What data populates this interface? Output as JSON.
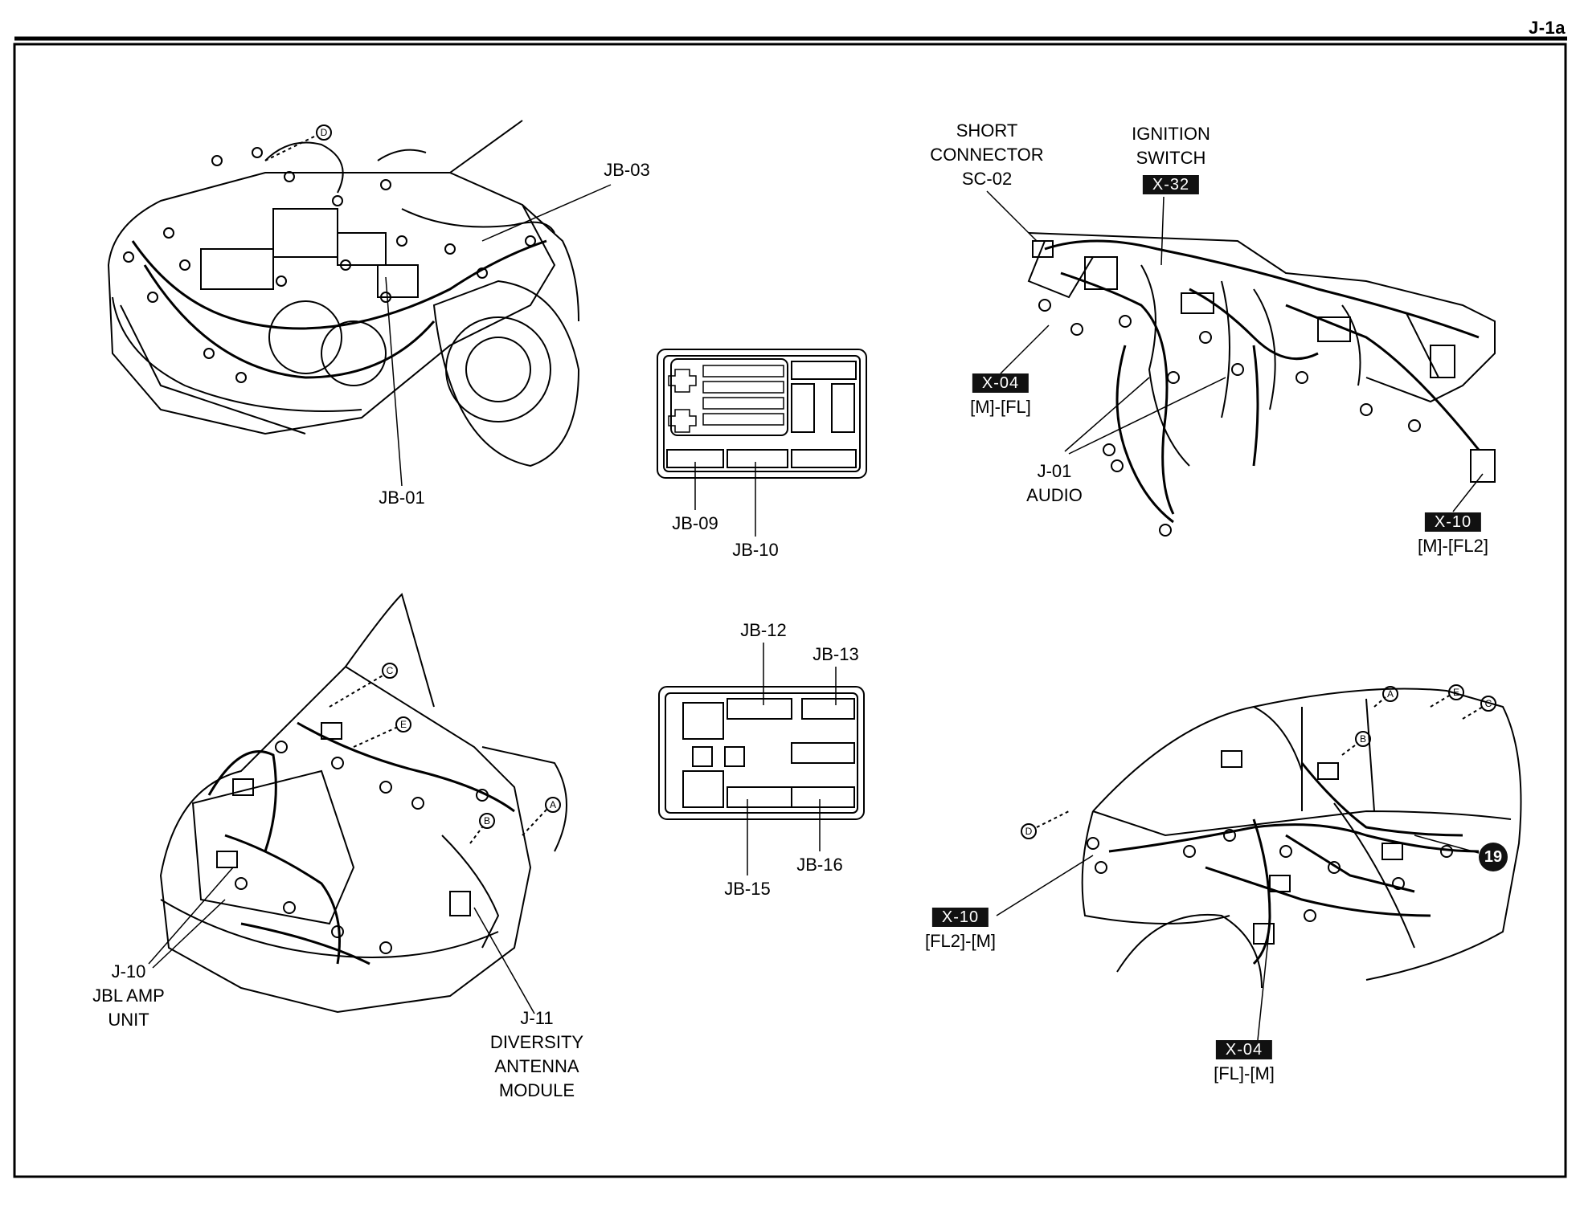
{
  "page_code": "J-1a",
  "labels": {
    "jb03": "JB-03",
    "jb01": "JB-01",
    "short_connector": [
      "SHORT",
      "CONNECTOR",
      "SC-02"
    ],
    "ignition_switch": [
      "IGNITION",
      "SWITCH"
    ],
    "x32": "X-32",
    "x04_dash": "X-04",
    "x04_dash_sub": "[M]-[FL]",
    "j01": [
      "J-01",
      "AUDIO"
    ],
    "x10_dash": "X-10",
    "x10_dash_sub": "[M]-[FL2]",
    "jb09": "JB-09",
    "jb10": "JB-10",
    "jb12": "JB-12",
    "jb13": "JB-13",
    "jb15": "JB-15",
    "jb16": "JB-16",
    "j10": [
      "J-10",
      "JBL AMP",
      "UNIT"
    ],
    "j11": [
      "J-11",
      "DIVERSITY",
      "ANTENNA",
      "MODULE"
    ],
    "x10_body": "X-10",
    "x10_body_sub": "[FL2]-[M]",
    "x04_body": "X-04",
    "x04_body_sub": "[FL]-[M]",
    "circle_19": "19",
    "markers": {
      "a": "A",
      "b": "B",
      "c": "C",
      "d": "D",
      "e": "E"
    }
  }
}
